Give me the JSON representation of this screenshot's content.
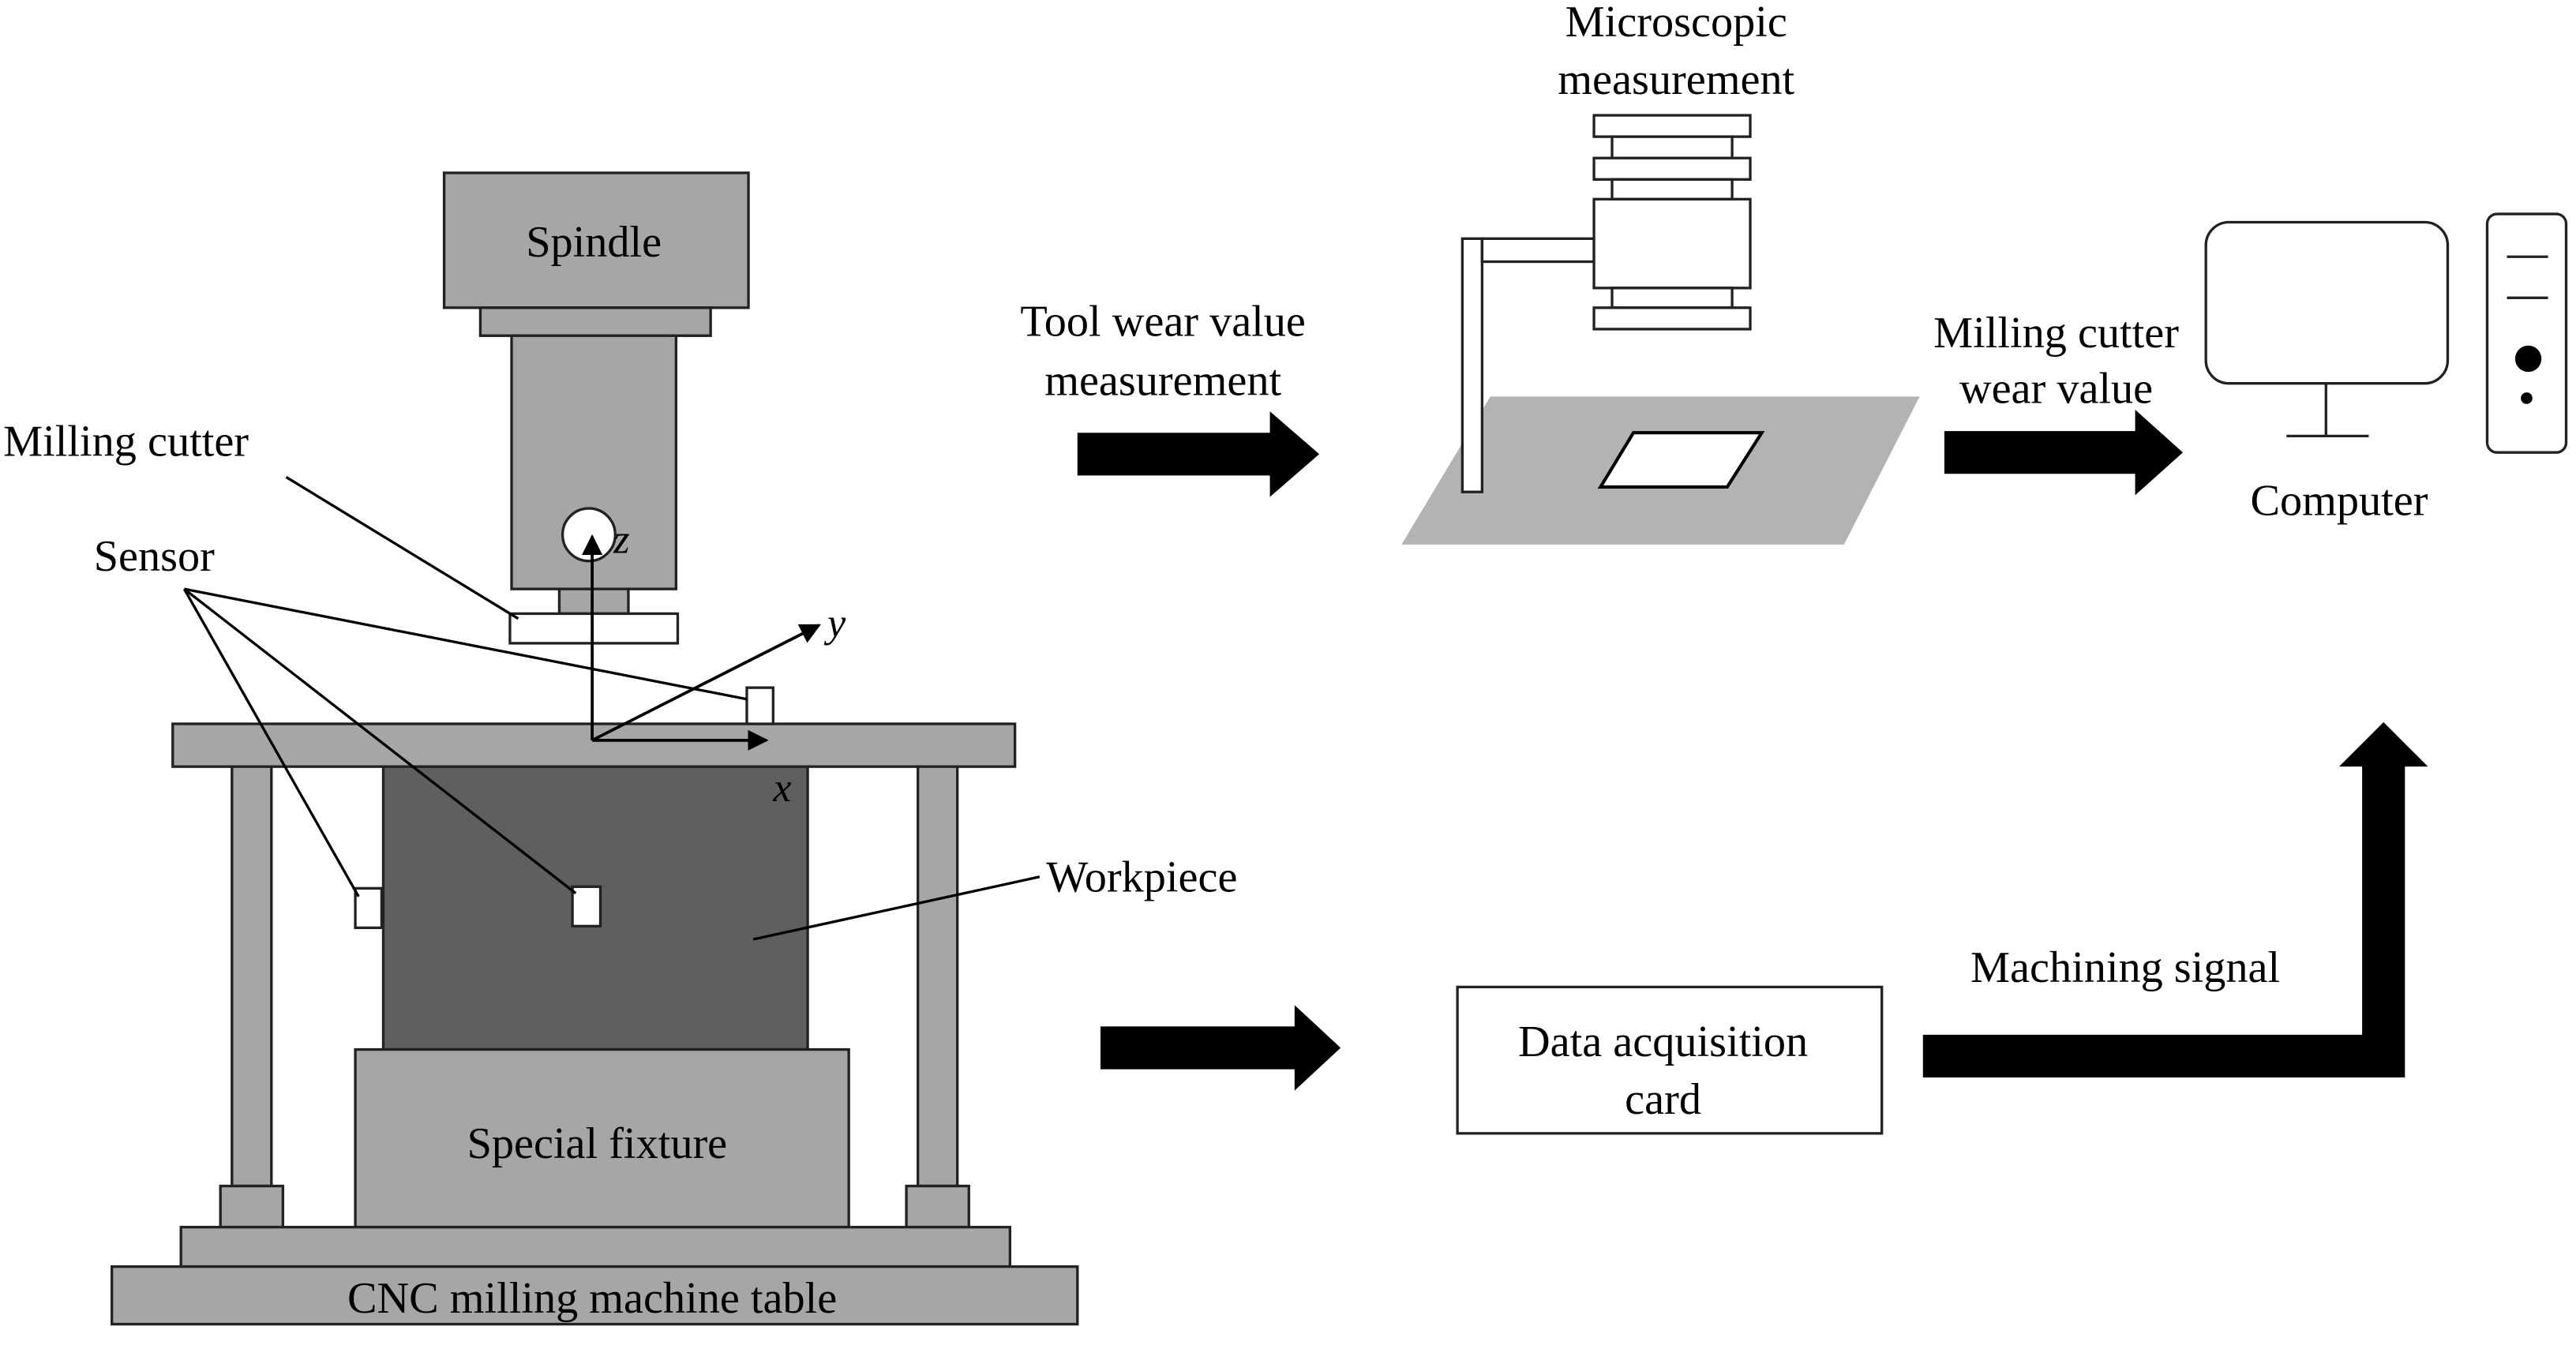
{
  "labels": {
    "spindle": "Spindle",
    "milling_cutter": "Milling cutter",
    "sensor": "Sensor",
    "axis_z": "z",
    "axis_y": "y",
    "axis_x": "x",
    "workpiece": "Workpiece",
    "special_fixture": "Special fixture",
    "cnc_table": "CNC milling machine table",
    "tool_wear_line1": "Tool wear value",
    "tool_wear_line2": "measurement",
    "microscopic_line1": "Microscopic",
    "microscopic_line2": "measurement",
    "cutter_wear_line1": "Milling cutter",
    "cutter_wear_line2": "wear value",
    "computer": "Computer",
    "daq_line1": "Data acquisition",
    "daq_line2": "card",
    "machining_signal": "Machining signal"
  },
  "colors": {
    "machine_gray": "#a6a6a6",
    "workpiece_dark": "#5f5f5f",
    "plate_gray": "#b3b3b3",
    "arrow_black": "#000000",
    "outline": "#222222"
  }
}
